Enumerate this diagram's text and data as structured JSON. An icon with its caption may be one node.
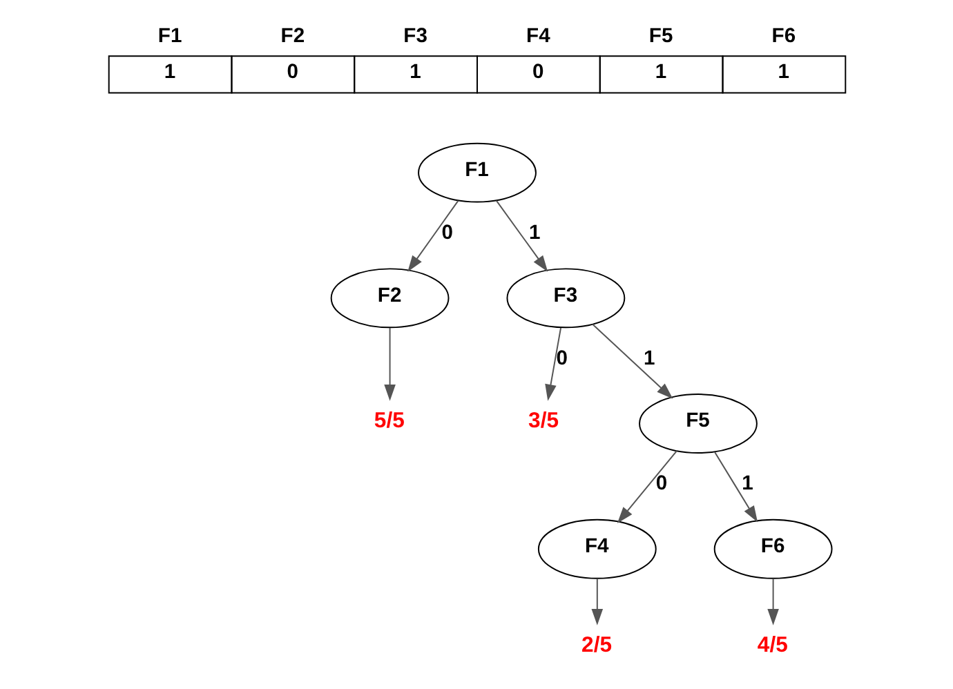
{
  "diagram": {
    "nodes": [
      {
        "text": [
          "F1"
        ]
      },
      {
        "text": [
          "F2"
        ]
      },
      {
        "text": [
          "F3"
        ]
      },
      {
        "text": [
          "5/5"
        ]
      },
      {
        "text": [
          "3/5"
        ]
      },
      {
        "text": [
          "F5"
        ]
      },
      {
        "text": [
          "F4"
        ]
      },
      {
        "text": [
          "F6"
        ]
      },
      {
        "text": [
          "2/5"
        ]
      },
      {
        "text": [
          "4/5"
        ]
      }
    ],
    "edges": [
      {
        "from": 0,
        "to": 1,
        "arrow": "to",
        "label": "0"
      },
      {
        "from": 0,
        "to": 2,
        "arrow": "to",
        "label": "1"
      },
      {
        "from": 1,
        "to": 3,
        "arrow": "to"
      },
      {
        "from": 2,
        "to": 4,
        "arrow": "to",
        "label": "0"
      },
      {
        "from": 2,
        "to": 5,
        "arrow": "to",
        "label": "1"
      },
      {
        "from": 5,
        "to": 6,
        "arrow": "to",
        "label": "0"
      },
      {
        "from": 5,
        "to": 7,
        "arrow": "to",
        "label": "1"
      },
      {
        "from": 6,
        "to": 8,
        "arrow": "to"
      },
      {
        "from": 7,
        "to": 9,
        "arrow": "to"
      }
    ],
    "labels": [
      "F1",
      "F2",
      "F3",
      "F4",
      "F5",
      "F6",
      "1",
      "0",
      "1",
      "0",
      "1",
      "1"
    ]
  }
}
